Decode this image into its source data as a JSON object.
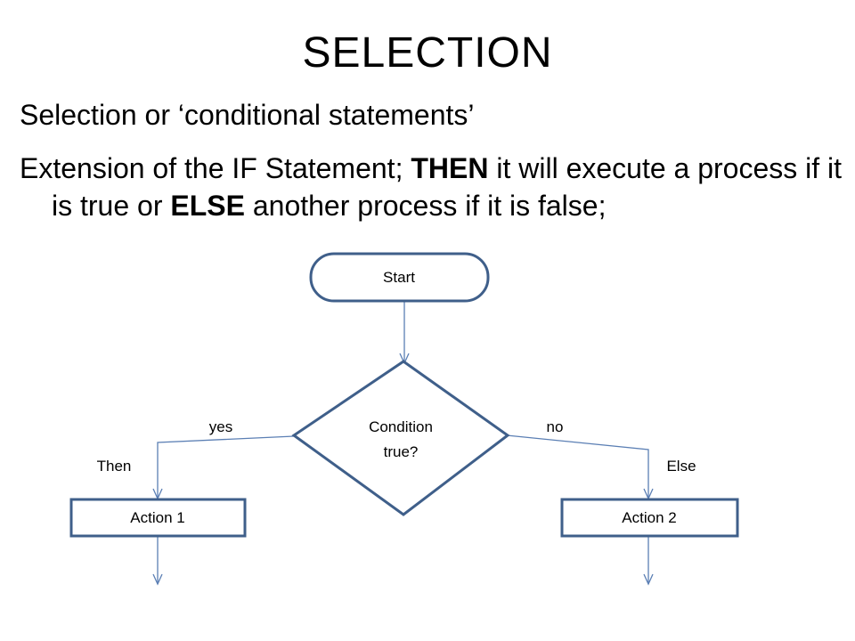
{
  "slide": {
    "title": "SELECTION",
    "bullet1": "Selection or ‘conditional statements’",
    "bullet2": {
      "part1": "Extension of the IF Statement; ",
      "then_word": "THEN",
      "part2": " it will execute a process if it is true or ",
      "else_word": "ELSE",
      "part3": " another process if it is false;"
    }
  },
  "flowchart": {
    "start_label": "Start",
    "condition_line1": "Condition",
    "condition_line2": "true?",
    "yes_label": "yes",
    "no_label": "no",
    "then_label": "Then",
    "else_label": "Else",
    "action1_label": "Action 1",
    "action2_label": "Action 2",
    "colors": {
      "shape_stroke": "#3f5f8a",
      "arrow": "#5b7fb4"
    }
  }
}
